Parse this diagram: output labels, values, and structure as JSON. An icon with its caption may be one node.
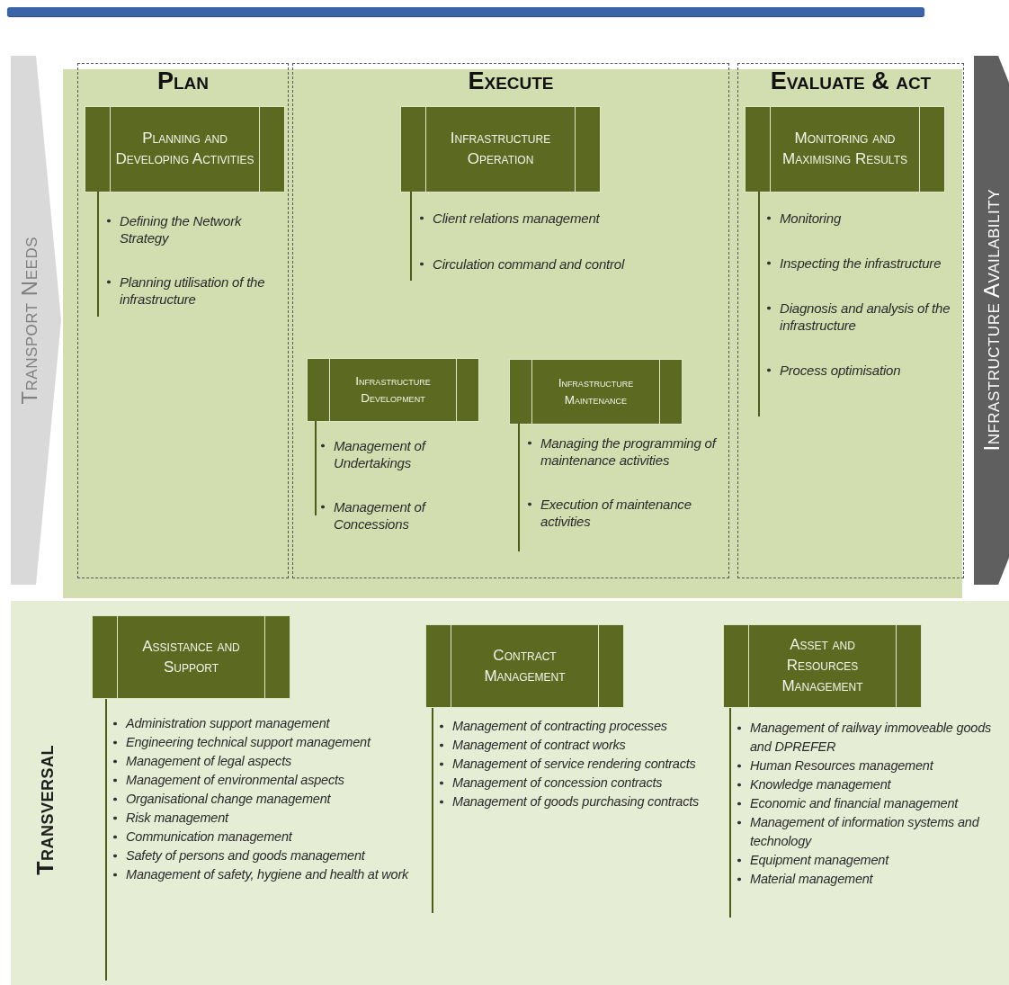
{
  "diagram": {
    "nodes": [
      {
        "text": [
          "Transport Needs"
        ]
      },
      {
        "text": [
          "Plan"
        ]
      },
      {
        "text": [
          "Planning and Developing Activities"
        ],
        "in": 1,
        "beside": [
          "Defining the Network Strategy",
          "Planning utilisation of the infrastructure"
        ]
      },
      {
        "text": [
          "Execute"
        ]
      },
      {
        "text": [
          "Infrastructure Operation"
        ],
        "in": 3,
        "beside": [
          "Client relations management",
          "Circulation command and control"
        ]
      },
      {
        "text": [
          "Infrastructure Development"
        ],
        "in": 3,
        "beside": [
          "Management of Undertakings",
          "Management of Concessions"
        ]
      },
      {
        "text": [
          "Infrastructure Maintenance"
        ],
        "in": 3,
        "beside": [
          "Managing the programming of maintenance activities",
          "Execution of maintenance activities"
        ]
      },
      {
        "text": [
          "Evaluate & act"
        ]
      },
      {
        "text": [
          "Monitoring and Maximising Results"
        ],
        "in": 7,
        "beside": [
          "Monitoring",
          "Inspecting the infrastructure",
          "Diagnosis and analysis of the infrastructure",
          "Process optimisation"
        ]
      },
      {
        "text": [
          "Infrastructure Availability"
        ]
      },
      {
        "text": [
          "Transversal"
        ]
      },
      {
        "text": [
          "Assistance and Support"
        ],
        "in": 10,
        "beside": [
          "Administration support management",
          "Engineering technical support management",
          "Management of legal aspects",
          "Management of environmental aspects",
          "Organisational change management",
          "Risk management",
          "Communication management",
          "Safety of persons and goods management",
          "Management of safety, hygiene and health at work"
        ]
      },
      {
        "text": [
          "Contract Management"
        ],
        "in": 10,
        "beside": [
          "Management of contracting processes",
          "Management of contract works",
          "Management of service rendering contracts",
          "Management of concession contracts",
          "Management of goods purchasing contracts"
        ]
      },
      {
        "text": [
          "Asset and Resources Management"
        ],
        "in": 10,
        "beside": [
          "Management of railway immoveable goods and DPREFER",
          "Human Resources management",
          "Knowledge management",
          "Economic and financial management",
          "Management of information systems and technology",
          "Equipment management",
          "Material management"
        ]
      }
    ],
    "edges": []
  }
}
